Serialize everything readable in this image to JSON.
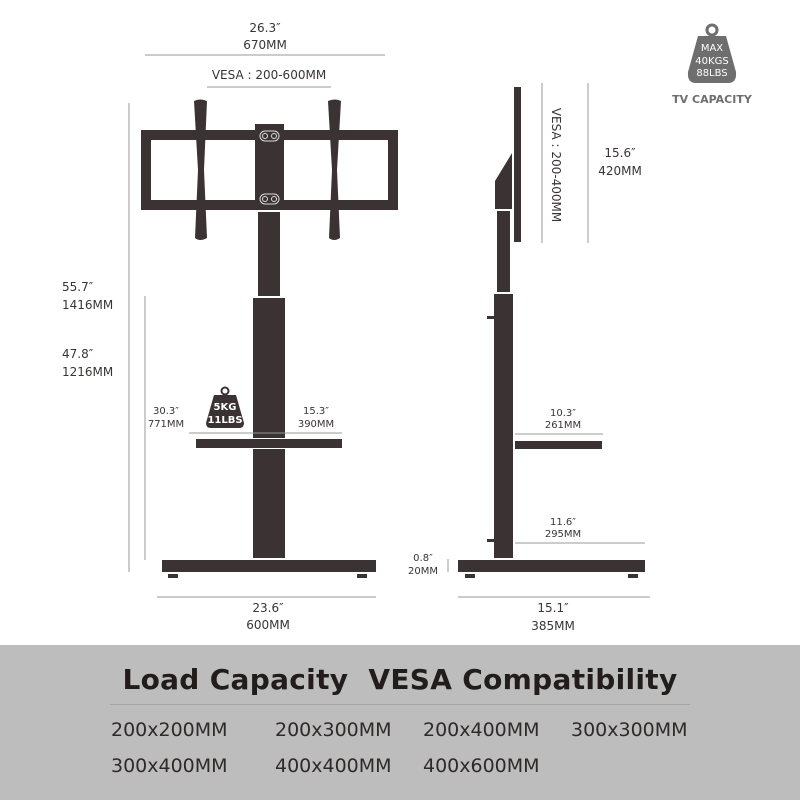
{
  "front_view": {
    "overall_width": {
      "in": "26.3″",
      "mm": "670MM"
    },
    "vesa_range": "VESA : 200-600MM",
    "overall_height": {
      "in": "55.7″",
      "mm": "1416MM"
    },
    "min_height": {
      "in": "47.8″",
      "mm": "1216MM"
    },
    "shelf_height": {
      "in": "30.3″",
      "mm": "771MM"
    },
    "shelf_width": {
      "in": "15.3″",
      "mm": "390MM"
    },
    "shelf_load": {
      "kg": "5KG",
      "lbs": "11LBS"
    },
    "base_width": {
      "in": "23.6″",
      "mm": "600MM"
    }
  },
  "side_view": {
    "vesa_range": "VESA : 200-400MM",
    "bracket_height": {
      "in": "15.6″",
      "mm": "420MM"
    },
    "shelf_depth": {
      "in": "10.3″",
      "mm": "261MM"
    },
    "base_to_column": {
      "in": "11.6″",
      "mm": "295MM"
    },
    "base_thickness": {
      "in": "0.8″",
      "mm": "20MM"
    },
    "base_depth": {
      "in": "15.1″",
      "mm": "385MM"
    }
  },
  "tv_capacity": {
    "max": "MAX",
    "kg": "40KGS",
    "lbs": "88LBS",
    "label": "TV CAPACITY"
  },
  "compatibility": {
    "title": "Load Capacity  VESA Compatibility",
    "sizes": [
      "200x200MM",
      "200x300MM",
      "200x400MM",
      "300x300MM",
      "300x400MM",
      "400x400MM",
      "400x600MM"
    ]
  },
  "colors": {
    "ink": "#3a3233",
    "band": "#bdbdbd",
    "badge": "#6e6e6e"
  }
}
